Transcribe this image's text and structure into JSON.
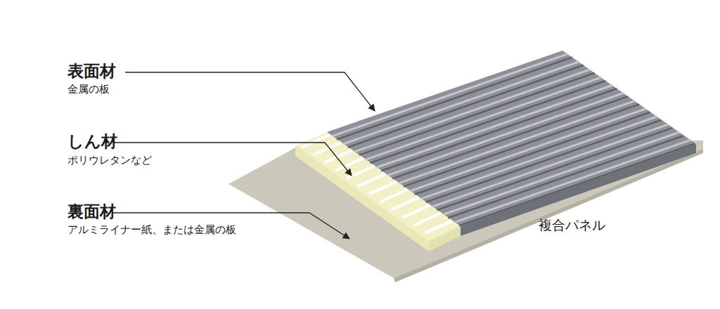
{
  "diagram": {
    "labels": [
      "表面材",
      "金属の板",
      "しん材",
      "ポリウレタンなど",
      "裏面材",
      "アルミライナー紙、または金属の板",
      "複合パネル"
    ]
  }
}
